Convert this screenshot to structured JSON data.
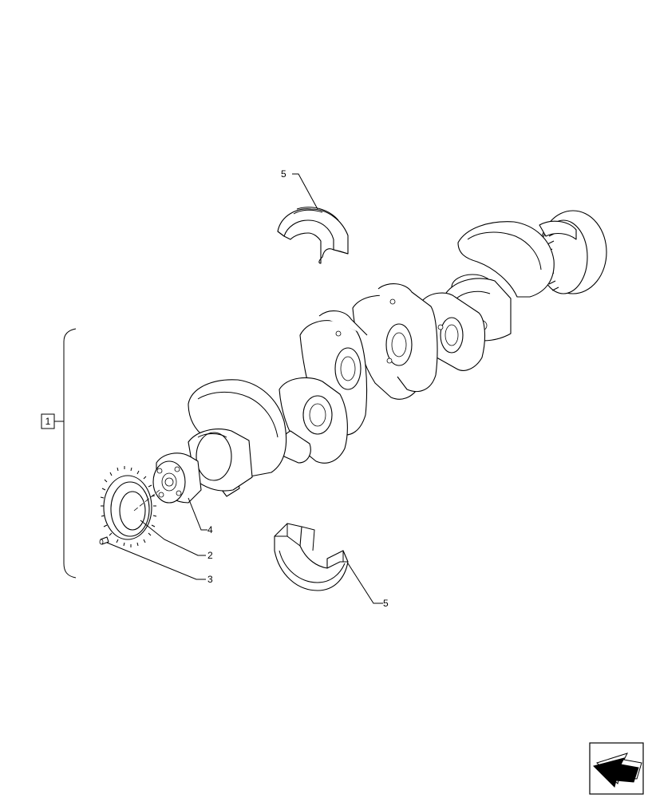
{
  "group_label": "1",
  "callouts": {
    "bearing_upper": "5",
    "bearing_lower": "5",
    "crankshaft": "4",
    "gear": "2",
    "pin": "3"
  },
  "nav_icon": "next-page-arrow-icon"
}
